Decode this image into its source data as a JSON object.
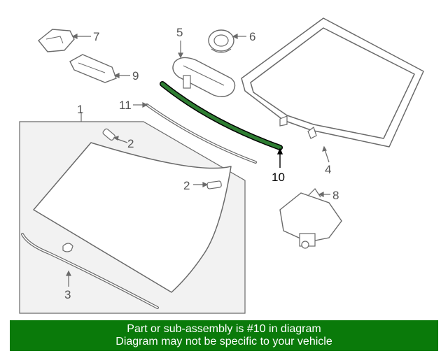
{
  "diagram": {
    "callouts": [
      "1",
      "2",
      "2",
      "3",
      "4",
      "5",
      "6",
      "7",
      "8",
      "9",
      "10",
      "11"
    ],
    "highlighted_part": "10",
    "colors": {
      "line": "#6a6a6a",
      "highlight_fill": "#2e7d32",
      "highlight_stroke": "#000000",
      "panel_fill": "#f2f2f2"
    }
  },
  "banner": {
    "line1": "Part or sub-assembly is #10 in diagram",
    "line2": "Diagram may not be specific to your vehicle",
    "background": "#0a7a0a"
  }
}
